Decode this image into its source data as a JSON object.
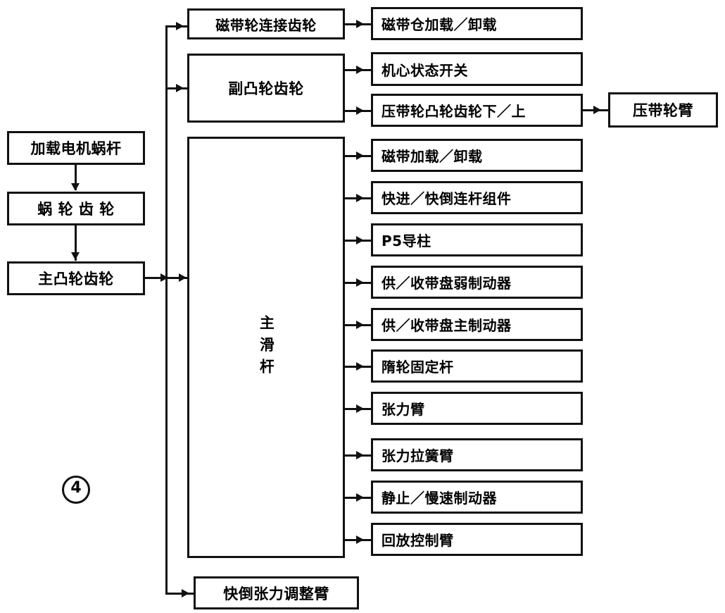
{
  "figure": {
    "label": "4",
    "label_display": "④"
  },
  "left_chain": {
    "nodes": [
      {
        "id": "load-motor-worm",
        "label": "加载电机蜗杆"
      },
      {
        "id": "worm-gear",
        "label": "蜗 轮 齿 轮"
      },
      {
        "id": "main-cam-gear",
        "label": "主凸轮齿轮"
      }
    ]
  },
  "hub_column": {
    "nodes": [
      {
        "id": "tape-reel-link-gear",
        "label": "磁带轮连接齿轮"
      },
      {
        "id": "sub-cam-gear",
        "label": "副凸轮齿轮"
      },
      {
        "id": "main-slide-bar",
        "label": "主滑杆"
      }
    ]
  },
  "outputs": {
    "from_tape_reel_link_gear": [
      {
        "id": "cassette-load-unload",
        "label": "磁带仓加载／卸载"
      }
    ],
    "from_sub_cam_gear": [
      {
        "id": "mechanism-state-switch",
        "label": "机心状态开关"
      },
      {
        "id": "pinch-roller-cam-gear-down-up",
        "label": "压带轮凸轮齿轮下／上"
      }
    ],
    "from_main_slide_bar": [
      {
        "id": "tape-load-unload",
        "label": "磁带加载／卸载"
      },
      {
        "id": "ff-rew-link-assembly",
        "label": "快进／快倒连杆组件"
      },
      {
        "id": "p5-guide-post",
        "label": "P5导柱"
      },
      {
        "id": "supply-takeup-weak-brake",
        "label": "供／收带盘弱制动器"
      },
      {
        "id": "supply-takeup-main-brake",
        "label": "供／收带盘主制动器"
      },
      {
        "id": "idler-fixing-lever",
        "label": "隋轮固定杆"
      },
      {
        "id": "tension-arm",
        "label": "张力臂"
      },
      {
        "id": "tension-spring-arm",
        "label": "张力拉簧臂"
      },
      {
        "id": "still-slow-brake",
        "label": "静止／慢速制动器"
      },
      {
        "id": "playback-control-arm",
        "label": "回放控制臂"
      }
    ],
    "from_pinch_roller_cam": [
      {
        "id": "pinch-roller-arm",
        "label": "压带轮臂"
      }
    ],
    "from_bus_bottom": [
      {
        "id": "rew-tension-adjust-arm",
        "label": "快倒张力调整臂"
      }
    ]
  },
  "style": {
    "stroke": "#111111",
    "background": "#ffffff"
  }
}
